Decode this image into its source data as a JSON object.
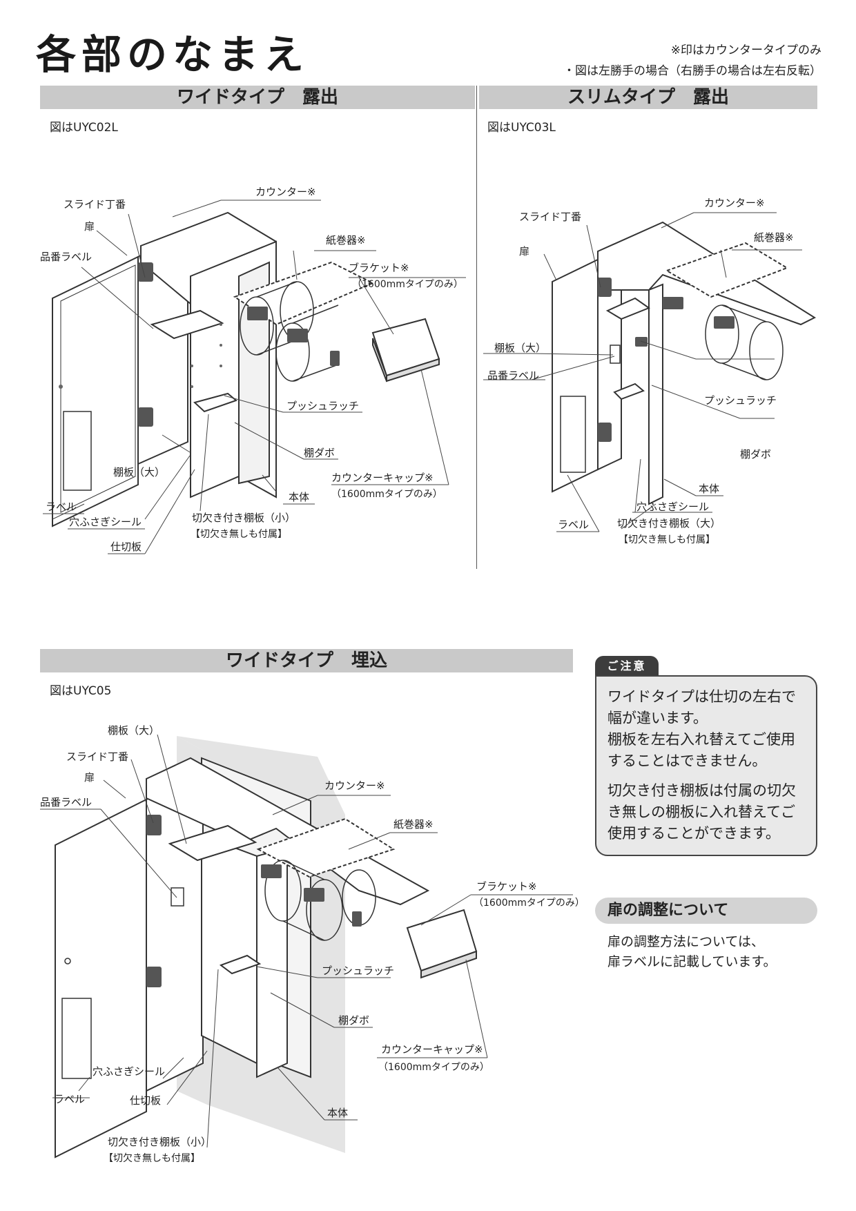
{
  "title": "各部のなまえ",
  "notes": {
    "counter_only": "※印はカウンタータイプのみ",
    "left_hand": "・図は左勝手の場合（右勝手の場合は左右反転）"
  },
  "wide_exposed": {
    "header": "ワイドタイプ　露出",
    "model": "図はUYC02L",
    "labels": {
      "counter": "カウンター※",
      "slide_hinge": "スライド丁番",
      "door": "扉",
      "part_label": "品番ラベル",
      "paper_holder": "紙巻器※",
      "bracket": "ブラケット※",
      "bracket_note": "（1600mmタイプのみ）",
      "push_latch": "プッシュラッチ",
      "shelf_dowel": "棚ダボ",
      "shelf_large": "棚板（大）",
      "counter_cap": "カウンターキャップ※",
      "counter_cap_note": "（1600mmタイプのみ）",
      "body": "本体",
      "label": "ラベル",
      "hole_seal": "穴ふさぎシール",
      "notched_shelf": "切欠き付き棚板（小）",
      "notched_note": "【切欠き無しも付属】",
      "partition": "仕切板"
    }
  },
  "slim_exposed": {
    "header": "スリムタイプ　露出",
    "model": "図はUYC03L",
    "labels": {
      "counter": "カウンター※",
      "slide_hinge": "スライド丁番",
      "paper_holder": "紙巻器※",
      "door": "扉",
      "shelf_large": "棚板（大）",
      "part_label": "品番ラベル",
      "push_latch": "プッシュラッチ",
      "shelf_dowel": "棚ダボ",
      "body": "本体",
      "hole_seal": "穴ふさぎシール",
      "label": "ラベル",
      "notched_shelf": "切欠き付き棚板（大）",
      "notched_note": "【切欠き無しも付属】"
    }
  },
  "wide_embedded": {
    "header": "ワイドタイプ　埋込",
    "model": "図はUYC05",
    "labels": {
      "shelf_large": "棚板（大）",
      "slide_hinge": "スライド丁番",
      "door": "扉",
      "part_label": "品番ラベル",
      "counter": "カウンター※",
      "paper_holder": "紙巻器※",
      "bracket": "ブラケット※",
      "bracket_note": "（1600mmタイプのみ）",
      "push_latch": "プッシュラッチ",
      "shelf_dowel": "棚ダボ",
      "counter_cap": "カウンターキャップ※",
      "counter_cap_note": "（1600mmタイプのみ）",
      "hole_seal": "穴ふさぎシール",
      "label": "ラベル",
      "partition": "仕切板",
      "body": "本体",
      "notched_shelf": "切欠き付き棚板（小）",
      "notched_note": "【切欠き無しも付属】"
    }
  },
  "caution": {
    "tab": "ご注意",
    "lines1": [
      "ワイドタイプは仕切の左右で",
      "幅が違います。",
      "棚板を左右入れ替えてご使用",
      "することはできません。"
    ],
    "lines2": [
      "切欠き付き棚板は付属の切欠",
      "き無しの棚板に入れ替えてご",
      "使用することができます。"
    ]
  },
  "door_adjust": {
    "header": "扉の調整について",
    "lines": [
      "扉の調整方法については、",
      "扉ラベルに記載しています。"
    ]
  }
}
